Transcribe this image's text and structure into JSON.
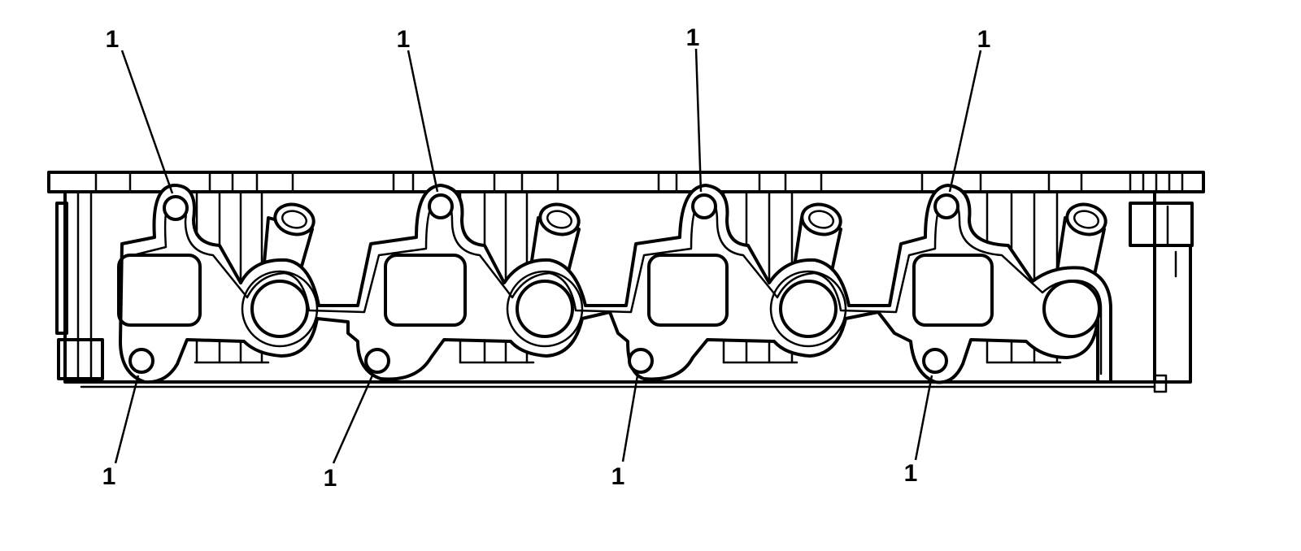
{
  "callouts": [
    "1",
    "1",
    "1",
    "1",
    "1",
    "1",
    "1",
    "1"
  ]
}
